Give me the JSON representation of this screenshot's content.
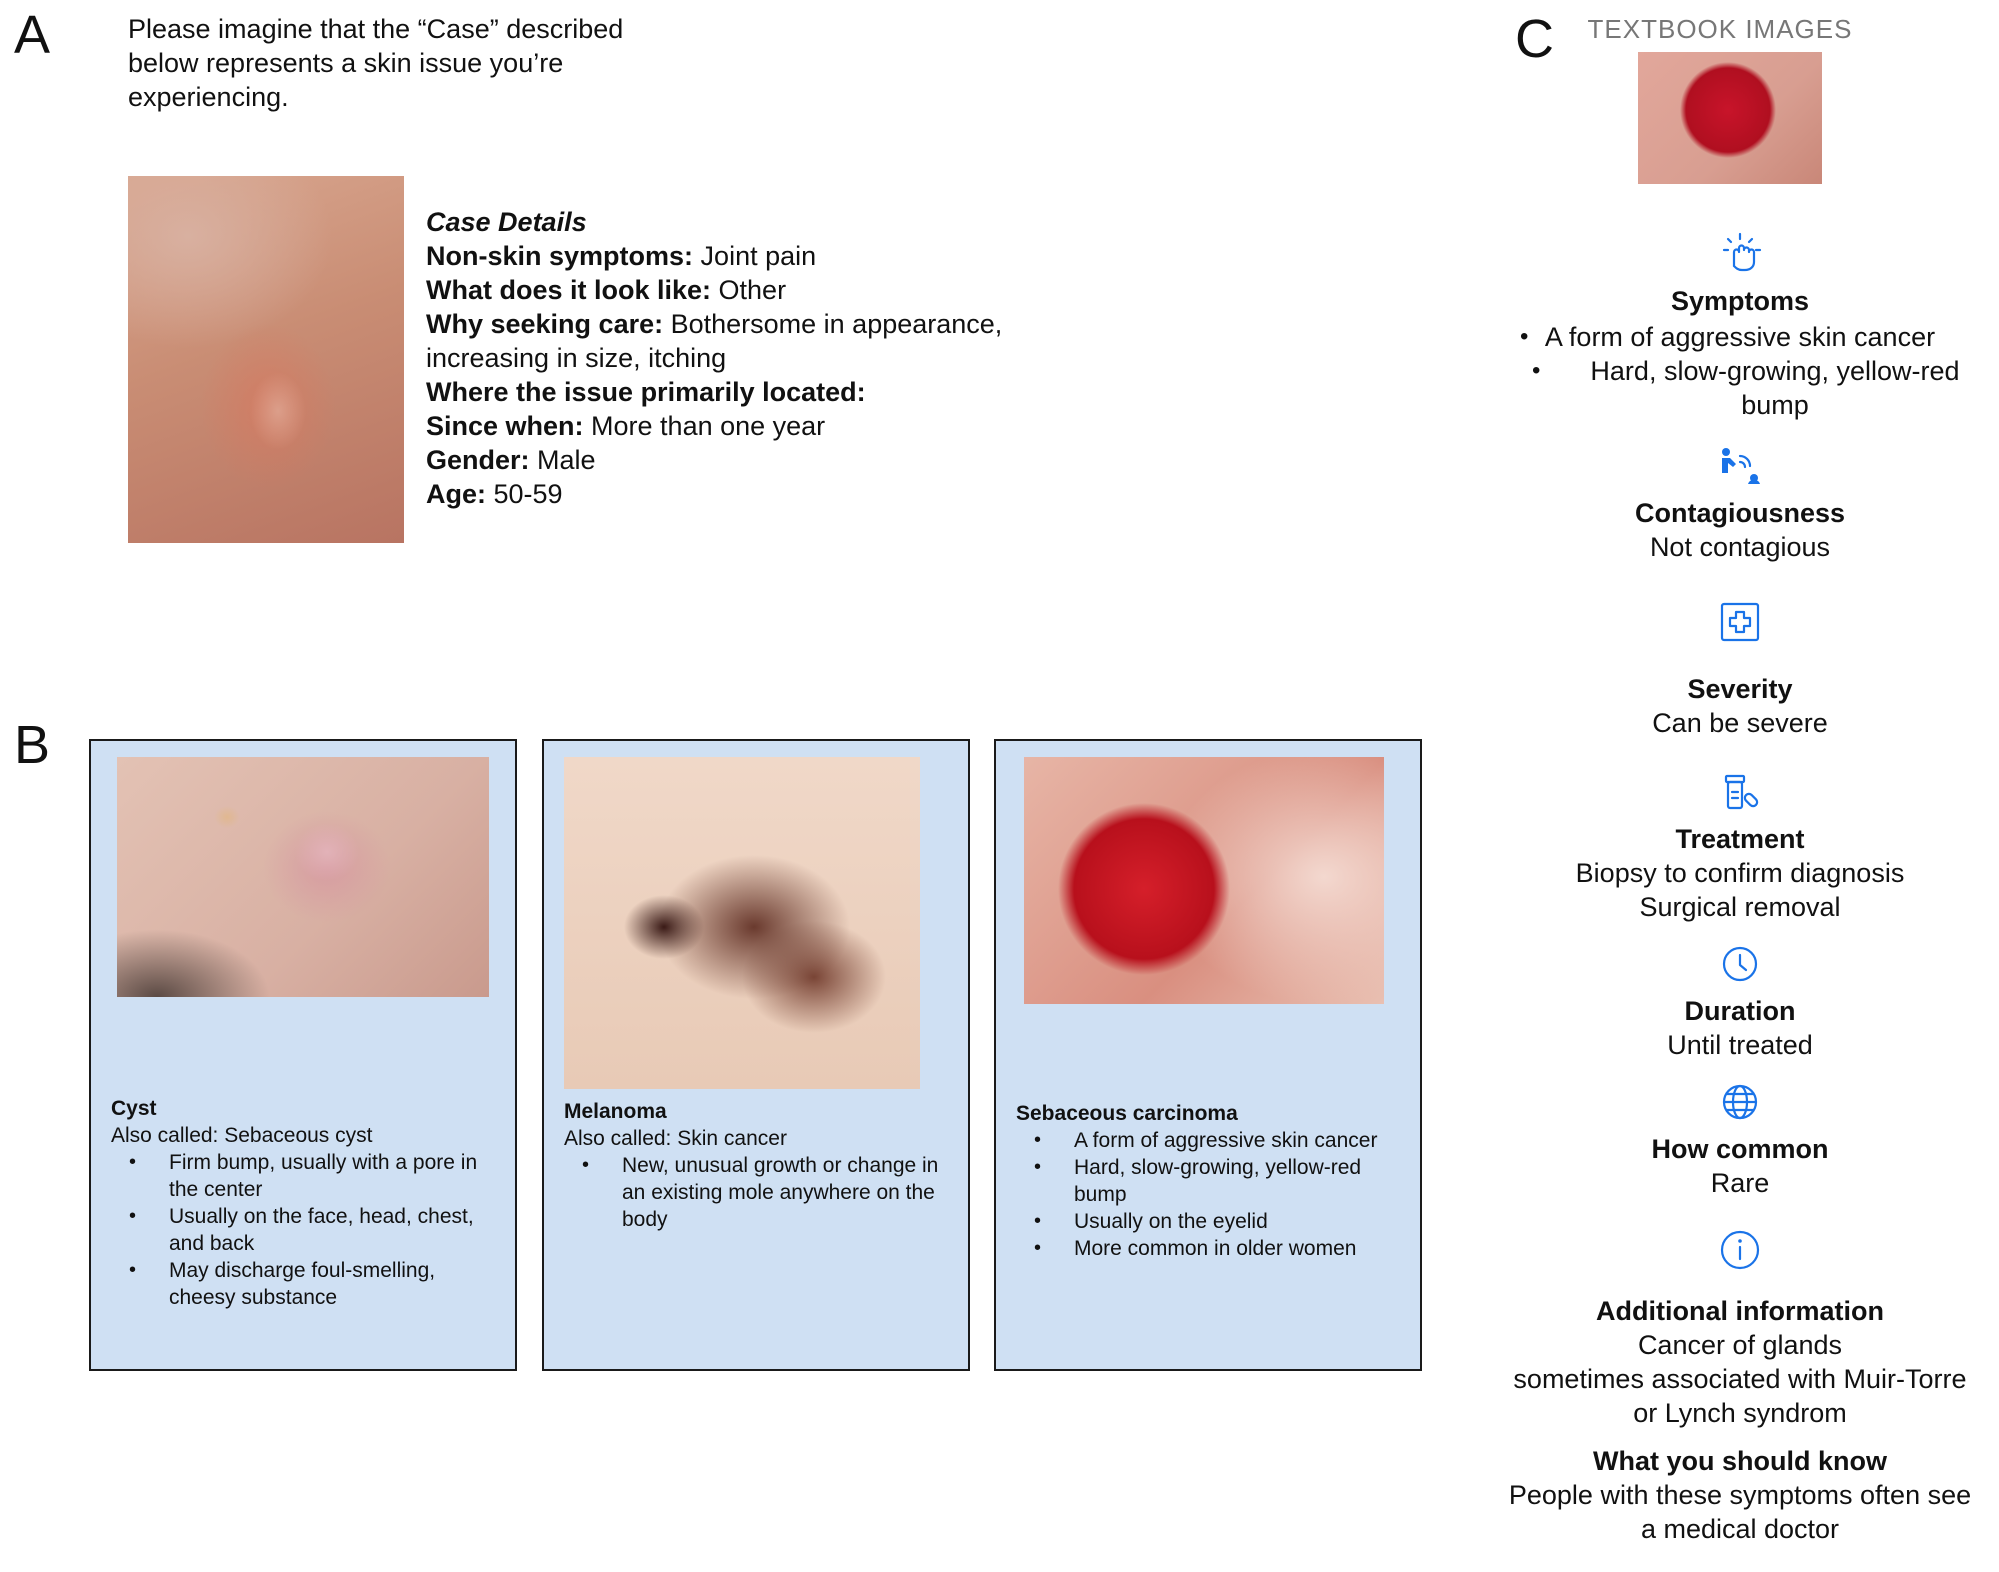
{
  "panels": {
    "a": "A",
    "b": "B",
    "c": "C"
  },
  "intro": "Please imagine that the “Case” described below represents a skin issue you’re experiencing.",
  "case_details": {
    "heading": "Case Details",
    "rows": [
      {
        "label": "Non-skin symptoms:",
        "value": " Joint pain"
      },
      {
        "label": "What does it look like:",
        "value": " Other"
      },
      {
        "label": "Why seeking care:",
        "value": " Bothersome in appearance, increasing in size, itching"
      },
      {
        "label": "Where the issue primarily located:",
        "value": ""
      },
      {
        "label": "Since when:",
        "value": " More than one year"
      },
      {
        "label": "Gender:",
        "value": " Male"
      },
      {
        "label": "Age:",
        "value": " 50-59"
      }
    ]
  },
  "cards": [
    {
      "title": "Cyst",
      "also_called": "Also called: Sebaceous cyst",
      "bullets": [
        "Firm bump, usually with a pore in the center",
        "Usually on the face, head, chest, and back",
        "May discharge foul-smelling, cheesy substance"
      ]
    },
    {
      "title": "Melanoma",
      "also_called": "Also called: Skin cancer",
      "bullets": [
        "New, unusual growth or change in an existing mole anywhere on the body"
      ]
    },
    {
      "title": "Sebaceous carcinoma",
      "bullets": [
        "A form of aggressive skin cancer",
        "Hard, slow-growing, yellow-red bump",
        "Usually on the eyelid",
        "More common in older women"
      ]
    }
  ],
  "textbook": {
    "title": "TEXTBOOK IMAGES",
    "symptoms": {
      "label": "Symptoms",
      "icon": "hand-touch-icon",
      "items": [
        "A form of aggressive skin cancer",
        "Hard, slow-growing, yellow-red bump"
      ]
    },
    "contagiousness": {
      "label": "Contagiousness",
      "icon": "transmission-icon",
      "value": "Not contagious"
    },
    "severity": {
      "label": "Severity",
      "icon": "medical-cross-icon",
      "value": "Can be severe"
    },
    "treatment": {
      "label": "Treatment",
      "icon": "medication-icon",
      "lines": [
        "Biopsy to confirm diagnosis",
        "Surgical removal"
      ]
    },
    "duration": {
      "label": "Duration",
      "icon": "clock-icon",
      "value": "Until treated"
    },
    "how_common": {
      "label": "How common",
      "icon": "globe-icon",
      "value": "Rare"
    },
    "additional": {
      "label": "Additional information",
      "icon": "info-icon",
      "lines": [
        "Cancer of glands",
        "sometimes associated with Muir-Torre",
        "or Lynch syndrom"
      ]
    },
    "what_to_know": {
      "label": "What you should know",
      "lines": [
        "People with these symptoms often see",
        "a medical doctor"
      ]
    }
  },
  "colors": {
    "card_bg": "#cfe0f3",
    "icon_blue": "#1a73e8",
    "muted_title": "#777777"
  }
}
